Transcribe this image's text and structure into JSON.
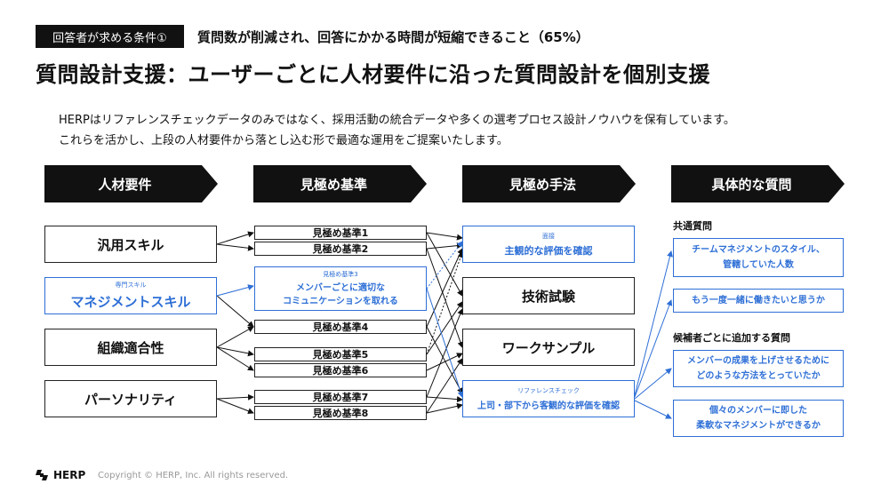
{
  "header": {
    "tag": "回答者が求める条件①",
    "condition": "質問数が削減され、回答にかかる時間が短縮できること（65%）",
    "title": "質問設計支援：ユーザーごとに人材要件に沿った質問設計を個別支援",
    "description": [
      "HERPはリファレンスチェックデータのみではなく、採用活動の統合データや多くの選考プロセス設計ノウハウを保有しています。",
      "これらを活かし、上段の人材要件から落とし込む形で最適な運用をご提案いたします。"
    ]
  },
  "columns": [
    "人材要件",
    "見極め基準",
    "見極め手法",
    "具体的な質問"
  ],
  "requirements": [
    {
      "label": "汎用スキル",
      "sub": ""
    },
    {
      "label": "マネジメントスキル",
      "sub": "専門スキル"
    },
    {
      "label": "組織適合性",
      "sub": ""
    },
    {
      "label": "パーソナリティ",
      "sub": ""
    }
  ],
  "criteria": [
    {
      "label": "見極め基準1"
    },
    {
      "label": "見極め基準2"
    },
    {
      "label": "メンバーごとに適切な\nコミュニケーションを取れる",
      "sub": "見極め基準3"
    },
    {
      "label": "見極め基準4"
    },
    {
      "label": "見極め基準5"
    },
    {
      "label": "見極め基準6"
    },
    {
      "label": "見極め基準7"
    },
    {
      "label": "見極め基準8"
    }
  ],
  "methods": [
    {
      "label": "主観的な評価を確認",
      "sub": "面接"
    },
    {
      "label": "技術試験",
      "sub": ""
    },
    {
      "label": "ワークサンプル",
      "sub": ""
    },
    {
      "label": "上司・部下から客観的な評価を確認",
      "sub": "リファレンスチェック"
    }
  ],
  "questions": {
    "common_heading": "共通質問",
    "candidate_heading": "候補者ごとに追加する質問",
    "items": [
      "チームマネジメントのスタイル、\n管轄していた人数",
      "もう一度一緒に働きたいと思うか",
      "メンバーの成果を上げさせるために\nどのような方法をとっていたか",
      "個々のメンバーに即した\n柔軟なマネジメントができるか"
    ]
  },
  "footer": {
    "logo": "HERP",
    "copyright": "Copyright © HERP, Inc. All rights reserved."
  },
  "colors": {
    "accent": "#2e6fd6",
    "dark": "#111111"
  }
}
